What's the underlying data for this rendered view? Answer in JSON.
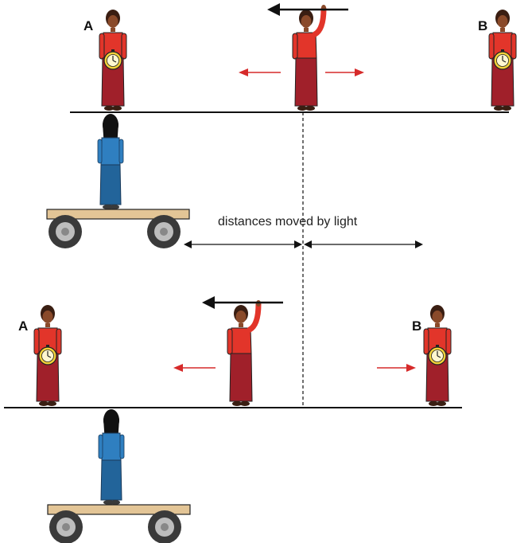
{
  "labels": {
    "top_a": "A",
    "top_b": "B",
    "bottom_a": "A",
    "bottom_b": "B",
    "caption": "distances moved by light"
  },
  "colors": {
    "dress_red": "#e2352a",
    "skirt_dark_red": "#a0202a",
    "observer_blue": "#2f7fc0",
    "cart_wood": "#e3c596",
    "light_arrow_red": "#d62a2a",
    "clock_yellow": "#f3d23a"
  }
}
